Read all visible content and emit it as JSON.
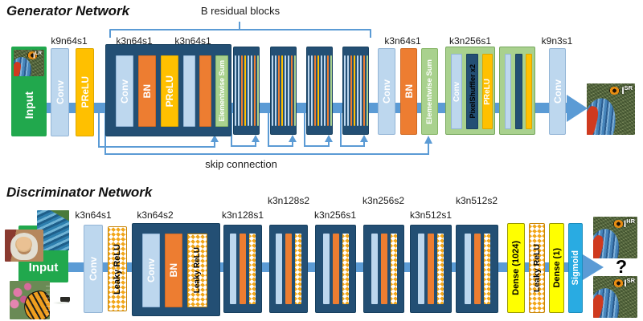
{
  "colors": {
    "navy": "#234F74",
    "conv": "#BDD7EE",
    "bn": "#ED7D31",
    "prelu": "#FFC000",
    "sum": "#A9D18E",
    "green": "#21A84D",
    "arrow": "#5B9BD5",
    "dense": "#FFFF00",
    "sigmoid": "#29ABE2",
    "line": "#5B9BD5"
  },
  "layers": {
    "input": "Input",
    "conv": "Conv",
    "bn": "BN",
    "prelu": "PReLU",
    "sum": "Elementwise Sum",
    "pixelshuffler": "PixelShuffler x2",
    "leaky": "Leaky ReLU",
    "dense1024": "Dense (1024)",
    "dense1": "Dense (1)",
    "sigmoid": "Sigmoid"
  },
  "generator": {
    "title": "Generator Network",
    "residual_blocks_label": "B residual blocks",
    "skip_connection_label": "skip connection",
    "kernels": {
      "conv1": "k9n64s1",
      "res1": "k3n64s1",
      "res2": "k3n64s1",
      "post": "k3n64s1",
      "upsample": "k3n256s1",
      "output": "k9n3s1"
    },
    "io": {
      "lr_base": "I",
      "lr_sup": "LR",
      "sr_base": "I",
      "sr_sup": "SR"
    }
  },
  "discriminator": {
    "title": "Discriminator Network",
    "kernels": {
      "conv1": "k3n64s1",
      "b1": "k3n64s2",
      "b2": "k3n128s1",
      "b3": "k3n128s2",
      "b4": "k3n256s1",
      "b5": "k3n256s2",
      "b6": "k3n512s1",
      "b7": "k3n512s2"
    },
    "io": {
      "hr_base": "I",
      "hr_sup": "HR",
      "sr_base": "I",
      "sr_sup": "SR",
      "question": "?"
    }
  }
}
